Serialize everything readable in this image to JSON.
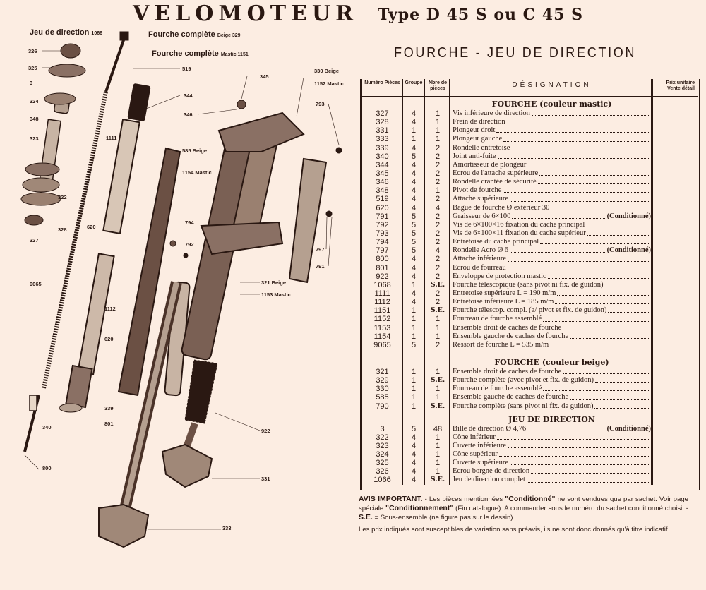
{
  "header": {
    "title": "VELOMOTEUR",
    "type": "Type D 45 S ou C 45 S",
    "subtitle": "FOURCHE - JEU DE DIRECTION"
  },
  "diagram": {
    "captions": {
      "jeu": "Jeu de direction",
      "jeu_ref": "1066",
      "beige": "Fourche complète",
      "beige_ref": "Beige 329",
      "mastic": "Fourche complète",
      "mastic_ref": "Mastic 1151"
    },
    "labels": [
      "326",
      "325",
      "3",
      "324",
      "348",
      "323",
      "322",
      "328",
      "327",
      "519",
      "344",
      "346",
      "345",
      "330 Beige",
      "1152 Mastic",
      "793",
      "1111",
      "585 Beige",
      "1154 Mastic",
      "620",
      "794",
      "792",
      "797",
      "791",
      "9065",
      "321 Beige",
      "1153 Mastic",
      "1112",
      "620",
      "339",
      "801",
      "340",
      "922",
      "800",
      "331",
      "333"
    ]
  },
  "table": {
    "headers": {
      "numero": "Numéro Pièces",
      "groupe": "Groupe",
      "nbre": "Nbre de pièces",
      "designation": "DÉSIGNATION",
      "prix": "Prix unitaire Vente détail"
    },
    "sections": [
      {
        "title": "FOURCHE (couleur mastic)",
        "rows": [
          [
            "327",
            "4",
            "1",
            "Vis inférieure de direction",
            ""
          ],
          [
            "328",
            "4",
            "1",
            "Frein de direction",
            ""
          ],
          [
            "331",
            "1",
            "1",
            "Plongeur droit",
            ""
          ],
          [
            "333",
            "1",
            "1",
            "Plongeur gauche",
            ""
          ],
          [
            "339",
            "4",
            "2",
            "Rondelle entretoise",
            ""
          ],
          [
            "340",
            "5",
            "2",
            "Joint anti-fuite",
            ""
          ],
          [
            "344",
            "4",
            "2",
            "Amortisseur de plongeur",
            ""
          ],
          [
            "345",
            "4",
            "2",
            "Ecrou de l'attache supérieure",
            ""
          ],
          [
            "346",
            "4",
            "2",
            "Rondelle crantée de sécurité",
            ""
          ],
          [
            "348",
            "4",
            "1",
            "Pivot de fourche",
            ""
          ],
          [
            "519",
            "4",
            "2",
            "Attache supérieure",
            ""
          ],
          [
            "620",
            "4",
            "4",
            "Bague de fourche Ø extérieur 30",
            ""
          ],
          [
            "791",
            "5",
            "2",
            "Graisseur de 6×100",
            "(Conditionné)"
          ],
          [
            "792",
            "5",
            "2",
            "Vis de 6×100×16 fixation du cache principal",
            ""
          ],
          [
            "793",
            "5",
            "2",
            "Vis de 6×100×11 fixation du cache supérieur",
            ""
          ],
          [
            "794",
            "5",
            "2",
            "Entretoise du cache principal",
            ""
          ],
          [
            "797",
            "5",
            "4",
            "Rondelle Acro Ø 6",
            "(Conditionné)"
          ],
          [
            "800",
            "4",
            "2",
            "Attache inférieure",
            ""
          ],
          [
            "801",
            "4",
            "2",
            "Ecrou de fourreau",
            ""
          ],
          [
            "922",
            "4",
            "2",
            "Enveloppe de protection mastic",
            ""
          ],
          [
            "1068",
            "1",
            "S.E.",
            "Fourche télescopique (sans pivot ni fix. de guidon)",
            ""
          ],
          [
            "1111",
            "4",
            "2",
            "Entretoise supérieure L = 190 m/m",
            ""
          ],
          [
            "1112",
            "4",
            "2",
            "Entretoise inférieure L = 185 m/m",
            ""
          ],
          [
            "1151",
            "1",
            "S.E.",
            "Fourche télescop. compl. (a/ pivot et fix. de guidon)",
            ""
          ],
          [
            "1152",
            "1",
            "1",
            "Fourreau de fourche assemblé",
            ""
          ],
          [
            "1153",
            "1",
            "1",
            "Ensemble droit de caches de fourche",
            ""
          ],
          [
            "1154",
            "1",
            "1",
            "Ensemble gauche de caches de fourche",
            ""
          ],
          [
            "9065",
            "5",
            "2",
            "Ressort de fourche L = 535 m/m",
            ""
          ]
        ]
      },
      {
        "title": "FOURCHE (couleur beige)",
        "rows": [
          [
            "321",
            "1",
            "1",
            "Ensemble droit de caches de fourche",
            ""
          ],
          [
            "329",
            "1",
            "S.E.",
            "Fourche complète (avec pivot et fix. de guidon)",
            ""
          ],
          [
            "330",
            "1",
            "1",
            "Fourreau de fourche assemblé",
            ""
          ],
          [
            "585",
            "1",
            "1",
            "Ensemble gauche de caches de fourche",
            ""
          ],
          [
            "790",
            "1",
            "S.E.",
            "Fourche complète (sans pivot ni fix. de guidon)",
            ""
          ]
        ]
      },
      {
        "title": "JEU DE DIRECTION",
        "rows": [
          [
            "3",
            "5",
            "48",
            "Bille de direction Ø 4,76",
            "(Conditionné)"
          ],
          [
            "322",
            "4",
            "1",
            "Cône inférieur",
            ""
          ],
          [
            "323",
            "4",
            "1",
            "Cuvette inférieure",
            ""
          ],
          [
            "324",
            "4",
            "1",
            "Cône supérieur",
            ""
          ],
          [
            "325",
            "4",
            "1",
            "Cuvette supérieure",
            ""
          ],
          [
            "326",
            "4",
            "1",
            "Ecrou borgne de direction",
            ""
          ],
          [
            "1066",
            "4",
            "S.E.",
            "Jeu de direction complet",
            ""
          ]
        ]
      }
    ]
  },
  "footer": {
    "avis_label": "AVIS IMPORTANT.",
    "avis_1": " - Les pièces mentionnées ",
    "cond": "\"Conditionné\"",
    "avis_2": " ne sont vendues que par sachet. Voir page spéciale ",
    "condment": "\"Conditionnement\"",
    "avis_3": " (Fin catalogue). A commander sous le numéro du sachet conditionné choisi. - ",
    "se": "S.E.",
    "avis_4": " = Sous-ensemble (ne figure pas sur le dessin).",
    "prix_note": "Les prix indiqués sont susceptibles de variation sans préavis, ils ne sont donc donnés qu'à titre indicatif"
  },
  "colors": {
    "paper": "#fcede2",
    "ink": "#2a1812"
  }
}
